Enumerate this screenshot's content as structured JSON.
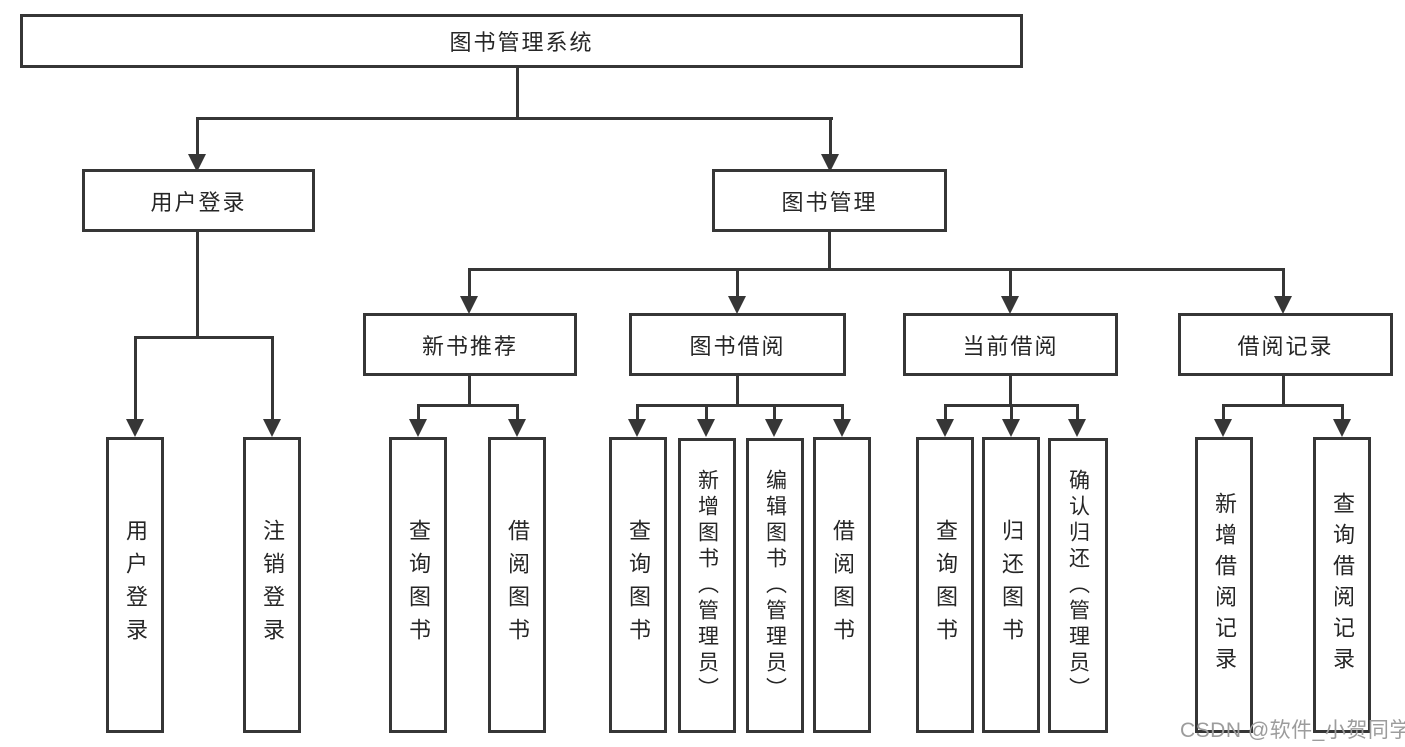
{
  "diagram": {
    "type": "hierarchy-tree",
    "orientation": "top-down"
  },
  "colors": {
    "line": "#363636",
    "box_border": "#363636",
    "box_fill": "#ffffff",
    "text": "#262626",
    "watermark": "#9c9c9c",
    "background": "#ffffff"
  },
  "tree": {
    "root": {
      "label": "图书管理系统"
    },
    "children": [
      {
        "label": "用户登录",
        "children": [
          {
            "label": "用户登录"
          },
          {
            "label": "注销登录"
          }
        ]
      },
      {
        "label": "图书管理",
        "children": [
          {
            "label": "新书推荐",
            "children": [
              {
                "label": "查询图书"
              },
              {
                "label": "借阅图书"
              }
            ]
          },
          {
            "label": "图书借阅",
            "children": [
              {
                "label": "查询图书"
              },
              {
                "label": "新增图书（管理员）"
              },
              {
                "label": "编辑图书（管理员）"
              },
              {
                "label": "借阅图书"
              }
            ]
          },
          {
            "label": "当前借阅",
            "children": [
              {
                "label": "查询图书"
              },
              {
                "label": "归还图书"
              },
              {
                "label": "确认归还（管理员）"
              }
            ]
          },
          {
            "label": "借阅记录",
            "children": [
              {
                "label": "新增借阅记录"
              },
              {
                "label": "查询借阅记录"
              }
            ]
          }
        ]
      }
    ]
  },
  "watermark": {
    "text": "CSDN @软件_小贺同学"
  }
}
